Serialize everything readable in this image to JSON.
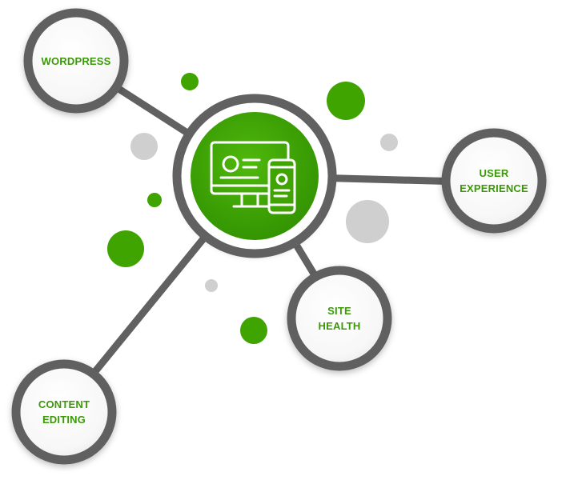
{
  "colors": {
    "green": "#3fa300",
    "green_dark": "#2f8a00",
    "ring": "#616161",
    "connector": "#616161",
    "bubble_gray": "#cfcfcf",
    "label": "#3a9a06"
  },
  "center": {
    "icon": "devices-icon"
  },
  "nodes": {
    "wordpress": {
      "line1": "WORDPRESS",
      "line2": ""
    },
    "user_experience": {
      "line1": "USER",
      "line2": "EXPERIENCE"
    },
    "site_health": {
      "line1": "SITE",
      "line2": "HEALTH"
    },
    "content_editing": {
      "line1": "CONTENT",
      "line2": "EDITING"
    }
  }
}
